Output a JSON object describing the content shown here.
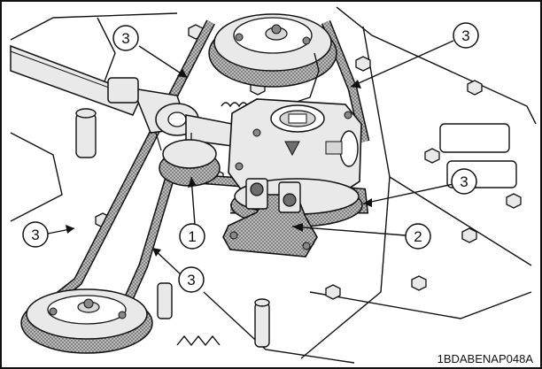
{
  "figure": {
    "part_code": "1BDABENAP048A"
  },
  "callouts": [
    {
      "id": "c3_top_left",
      "label": "3"
    },
    {
      "id": "c3_top_right",
      "label": "3"
    },
    {
      "id": "c3_right",
      "label": "3"
    },
    {
      "id": "c3_left",
      "label": "3"
    },
    {
      "id": "c3_bottom",
      "label": "3"
    },
    {
      "id": "c1",
      "label": "1"
    },
    {
      "id": "c2",
      "label": "2"
    }
  ],
  "colors": {
    "line": "#111111",
    "belt_fill": "#9a9a9a",
    "metal_fill": "#e9e9e9",
    "dark_fill": "#6e6e6e",
    "background": "#ffffff"
  }
}
